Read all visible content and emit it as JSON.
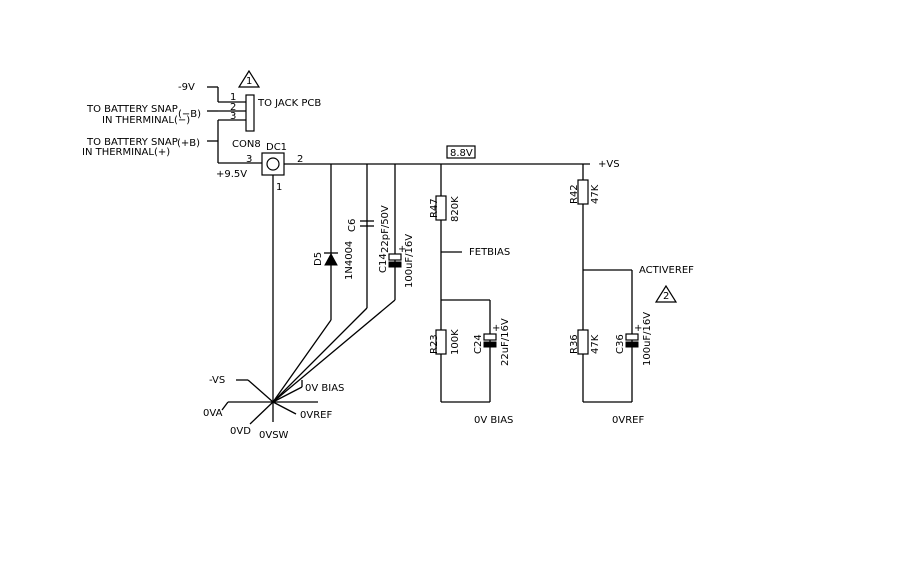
{
  "supplies": {
    "neg9v": "-9V",
    "pos9v5": "+9.5V",
    "pos_vs": "+VS",
    "neg_vs": "-VS",
    "v8_8": "8.8V"
  },
  "battery": {
    "minus_line1": "TO BATTERY SNAP",
    "minus_line2": "IN THERMINAL(−)",
    "minus_tag": "(−B)",
    "plus_line1": "TO BATTERY SNAP",
    "plus_line2": "IN THERMINAL(+)",
    "plus_tag": "(+B)"
  },
  "con8": {
    "ref": "CON8",
    "to_label": "TO JACK PCB",
    "pin1": "1",
    "pin2": "2",
    "pin3": "3"
  },
  "dc1": {
    "ref": "DC1",
    "pin1": "1",
    "pin2": "2",
    "pin3": "3"
  },
  "notes": [
    "1",
    "2"
  ],
  "parts": {
    "d5": {
      "ref": "D5",
      "value": "1N4004"
    },
    "c6": {
      "ref": "C6",
      "value": "22pF/50V"
    },
    "c14": {
      "ref": "C14",
      "value": "100uF/16V"
    },
    "r47": {
      "ref": "R47",
      "value": "820K"
    },
    "r23": {
      "ref": "R23",
      "value": "100K"
    },
    "c24": {
      "ref": "C24",
      "value": "22uF/16V"
    },
    "r42": {
      "ref": "R42",
      "value": "47K"
    },
    "r36": {
      "ref": "R36",
      "value": "47K"
    },
    "c36": {
      "ref": "C36",
      "value": "100uF/16V"
    }
  },
  "nets": {
    "fetbias": "FETBIAS",
    "activeref": "ACTIVEREF",
    "ovbias": "0V BIAS",
    "ovref": "0VREF",
    "ova": "0VA",
    "ovd": "0VD",
    "ovsw": "0VSW"
  },
  "plus_sign": "+"
}
